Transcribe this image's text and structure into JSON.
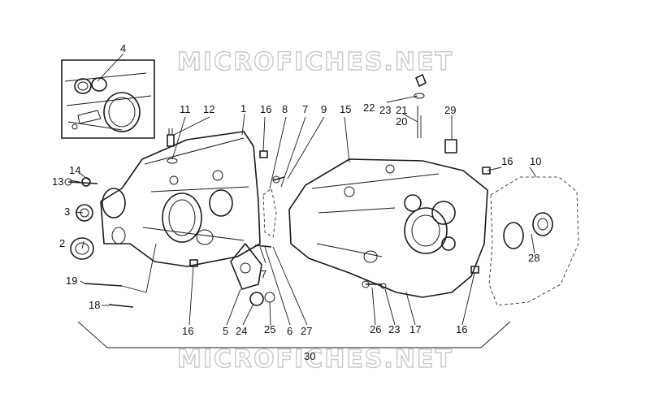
{
  "watermark": {
    "top": "MICROFICHES.NET",
    "bottom": "MICROFICHES.NET"
  },
  "callouts": {
    "c1": "1",
    "c2": "2",
    "c3": "3",
    "c4": "4",
    "c5": "5",
    "c6": "6",
    "c7a": "7",
    "c7b": "7",
    "c8": "8",
    "c9": "9",
    "c10": "10",
    "c11": "11",
    "c12": "12",
    "c13": "13",
    "c14": "14",
    "c15": "15",
    "c16a": "16",
    "c16b": "16",
    "c16c": "16",
    "c16d": "16",
    "c17": "17",
    "c18": "18",
    "c19": "19",
    "c20": "20",
    "c21": "21",
    "c22": "22",
    "c23a": "23",
    "c23b": "23",
    "c24": "24",
    "c25": "25",
    "c26": "26",
    "c27": "27",
    "c28": "28",
    "c29": "29",
    "c30": "30"
  }
}
